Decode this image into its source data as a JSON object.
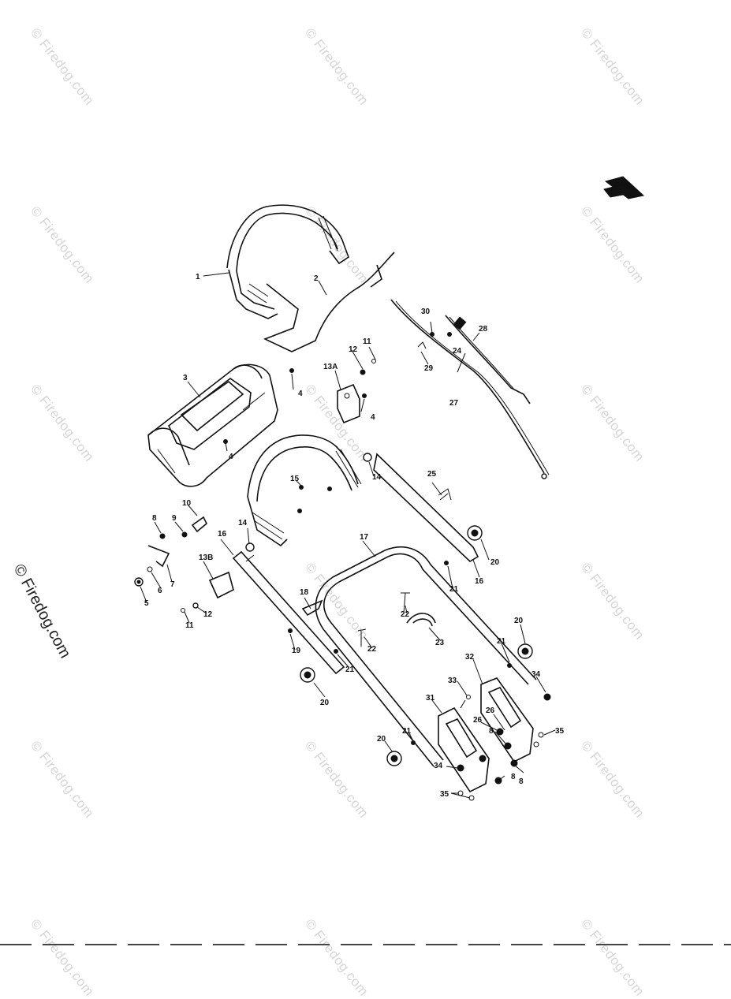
{
  "watermark": "© Firedog.com",
  "side_watermark": "© Firedog.com",
  "labels": {
    "p1": "1",
    "p2": "2",
    "p3": "3",
    "p4a": "4",
    "p4b": "4",
    "p4c": "4",
    "p5": "5",
    "p6": "6",
    "p7": "7",
    "p8a": "8",
    "p8b": "8",
    "p8c": "8",
    "p8d": "8",
    "p9": "9",
    "p10": "10",
    "p11a": "11",
    "p11b": "11",
    "p12a": "12",
    "p12b": "12",
    "p13a": "13A",
    "p13b": "13B",
    "p14a": "14",
    "p14b": "14",
    "p15": "15",
    "p16a": "16",
    "p16b": "16",
    "p17": "17",
    "p18": "18",
    "p19": "19",
    "p20a": "20",
    "p20b": "20",
    "p20c": "20",
    "p20d": "20",
    "p21a": "21",
    "p21b": "21",
    "p21c": "21",
    "p21d": "21",
    "p22a": "22",
    "p22b": "22",
    "p23": "23",
    "p24": "24",
    "p25": "25",
    "p26a": "26",
    "p26b": "26",
    "p27": "27",
    "p28": "28",
    "p29": "29",
    "p30": "30",
    "p31": "31",
    "p32": "32",
    "p33": "33",
    "p34a": "34",
    "p34b": "34",
    "p35a": "35",
    "p35b": "35"
  }
}
